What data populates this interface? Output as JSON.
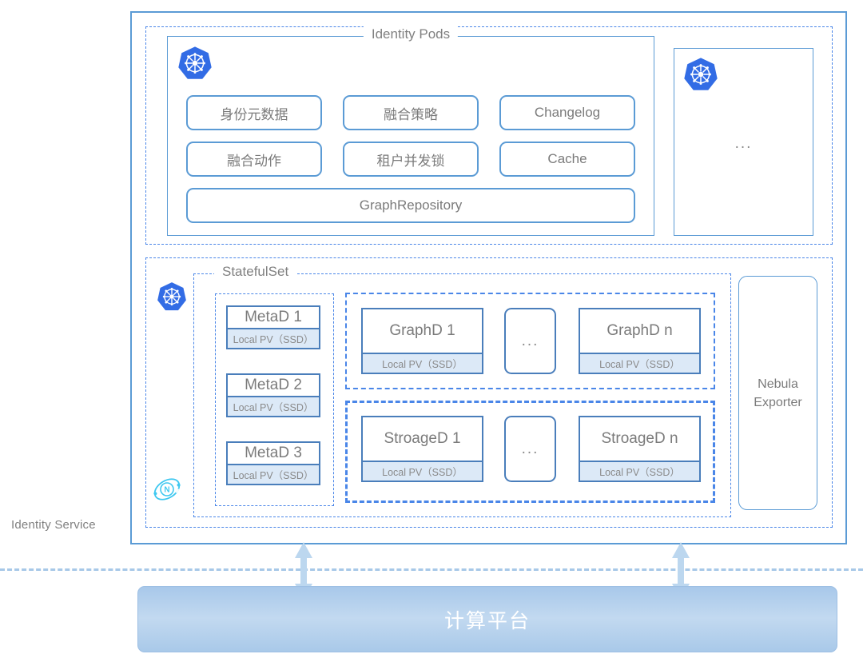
{
  "diagram": {
    "outer_label": "Identity Service",
    "upper": {
      "pods_box_title": "Identity Pods",
      "k8s_icon": "kubernetes-icon",
      "services": [
        {
          "label": "身份元数据"
        },
        {
          "label": "融合策略"
        },
        {
          "label": "Changelog"
        },
        {
          "label": "融合动作"
        },
        {
          "label": "租户并发锁"
        },
        {
          "label": "Cache"
        }
      ],
      "repository_label": "GraphRepository",
      "extra_pod": {
        "k8s_icon": "kubernetes-icon",
        "dots": "..."
      }
    },
    "lower": {
      "statefulset_title": "StatefulSet",
      "k8s_icon": "kubernetes-icon",
      "nebula_icon": "nebula-graph-icon",
      "pv_label": "Local PV（SSD）",
      "metad": [
        {
          "label": "MetaD 1",
          "pv": "Local PV（SSD）"
        },
        {
          "label": "MetaD 2",
          "pv": "Local PV（SSD）"
        },
        {
          "label": "MetaD 3",
          "pv": "Local PV（SSD）"
        }
      ],
      "graphd": {
        "first": {
          "label": "GraphD 1",
          "pv": "Local PV（SSD）"
        },
        "dots": "...",
        "last": {
          "label": "GraphD n",
          "pv": "Local PV（SSD）"
        }
      },
      "storaged": {
        "first": {
          "label": "StroageD 1",
          "pv": "Local PV（SSD）"
        },
        "dots": "...",
        "last": {
          "label": "StroageD n",
          "pv": "Local PV（SSD）"
        }
      },
      "exporter_label": "Nebula\nExporter",
      "exporter_line1": "Nebula",
      "exporter_line2": "Exporter"
    },
    "bottom": {
      "platform_label": "计算平台",
      "arrow_left": "bidirectional-arrow",
      "arrow_right": "bidirectional-arrow"
    },
    "colors": {
      "frame_blue": "#5b9bd5",
      "dashed_blue": "#4a86e8",
      "node_border": "#4a7ebb",
      "pv_fill": "#dce9f7",
      "k8s_blue": "#326ce5",
      "nebula_cyan": "#3fc8f0",
      "text_gray": "#7f7f7f",
      "arrow_blue": "#bcd7ef",
      "platform_gradient_top": "#a8c8ea",
      "platform_gradient_mid": "#c2d9f0"
    }
  }
}
